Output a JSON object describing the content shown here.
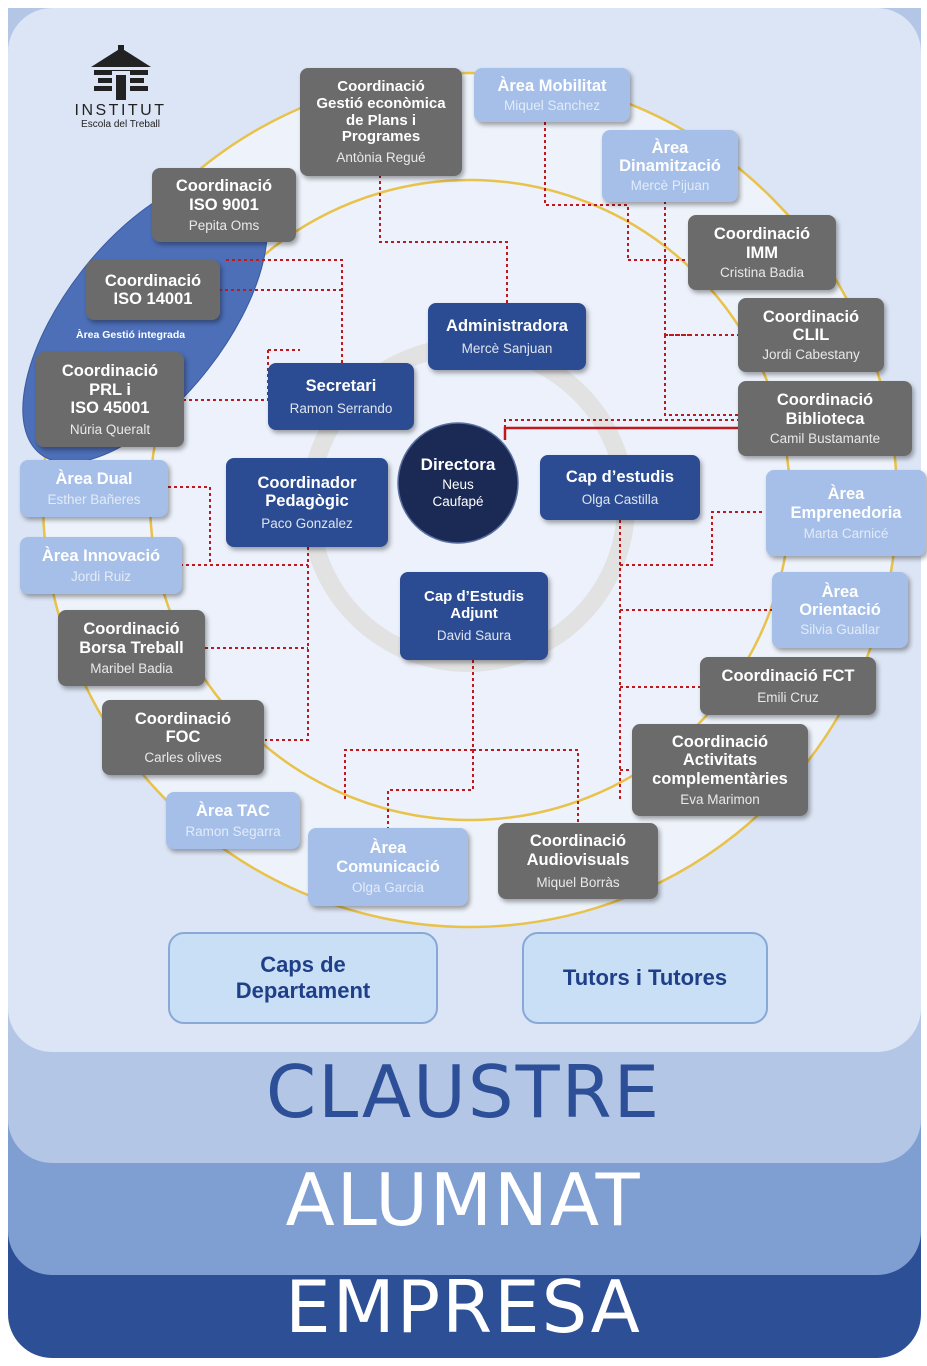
{
  "logo": {
    "name": "INSTITUT",
    "subtitle": "Escola del Treball"
  },
  "center": {
    "title": "Directora",
    "name_line1": "Neus",
    "name_line2": "Caufapé"
  },
  "leadership": [
    {
      "id": "administradora",
      "title": "Administradora",
      "name": "Mercè Sanjuan"
    },
    {
      "id": "secretari",
      "title": "Secretari",
      "name": "Ramon Serrando"
    },
    {
      "id": "cap-estudis",
      "title": "Cap d’estudis",
      "name": "Olga Castilla"
    },
    {
      "id": "coordinador-pedagogic",
      "title": "Coordinador\nPedagògic",
      "name": "Paco Gonzalez"
    },
    {
      "id": "cap-estudis-adjunt",
      "title": "Cap d’Estudis\nAdjunt",
      "name": "David Saura"
    }
  ],
  "integrated_area_label": "Àrea Gestió integrada",
  "coordinations": [
    {
      "id": "gestio-economica",
      "title": "Coordinació\nGestió econòmica\nde Plans i\nProgrames",
      "name": "Antònia Regué",
      "style": "gray"
    },
    {
      "id": "area-mobilitat",
      "title": "Àrea Mobilitat",
      "name": "Miquel Sanchez",
      "style": "light"
    },
    {
      "id": "area-dinamitzacio",
      "title": "Àrea\nDinamització",
      "name": "Mercè Pijuan",
      "style": "light"
    },
    {
      "id": "coord-imm",
      "title": "Coordinació\nIMM",
      "name": "Cristina Badia",
      "style": "gray"
    },
    {
      "id": "coord-clil",
      "title": "Coordinació\nCLIL",
      "name": "Jordi Cabestany",
      "style": "gray"
    },
    {
      "id": "coord-biblioteca",
      "title": "Coordinació\nBiblioteca",
      "name": "Camil Bustamante",
      "style": "gray"
    },
    {
      "id": "area-emprenedoria",
      "title": "Àrea\nEmprenedoria",
      "name": "Marta Carnicé",
      "style": "light"
    },
    {
      "id": "area-orientacio",
      "title": "Àrea\nOrientació",
      "name": "Silvia Guallar",
      "style": "light"
    },
    {
      "id": "coord-fct",
      "title": "Coordinació FCT",
      "name": "Emili Cruz",
      "style": "gray"
    },
    {
      "id": "coord-activitats",
      "title": "Coordinació\nActivitats\ncomplementàries",
      "name": "Eva Marimon",
      "style": "gray"
    },
    {
      "id": "coord-audiovisuals",
      "title": "Coordinació\nAudiovisuals",
      "name": "Miquel Borràs",
      "style": "gray"
    },
    {
      "id": "area-comunicacio",
      "title": "Àrea\nComunicació",
      "name": "Olga Garcia",
      "style": "light"
    },
    {
      "id": "area-tac",
      "title": "Àrea TAC",
      "name": "Ramon Segarra",
      "style": "light"
    },
    {
      "id": "coord-foc",
      "title": "Coordinació\nFOC",
      "name": "Carles olives",
      "style": "gray"
    },
    {
      "id": "coord-borsa",
      "title": "Coordinació\nBorsa Treball",
      "name": "Maribel Badia",
      "style": "gray"
    },
    {
      "id": "area-innovacio",
      "title": "Àrea Innovació",
      "name": "Jordi Ruiz",
      "style": "light"
    },
    {
      "id": "area-dual",
      "title": "Àrea Dual",
      "name": "Esther Bañeres",
      "style": "light"
    },
    {
      "id": "coord-prl",
      "title": "Coordinació\nPRL i\nISO 45001",
      "name": "Núria Queralt",
      "style": "gray"
    },
    {
      "id": "coord-iso14001",
      "title": "Coordinació\nISO 14001",
      "name": "",
      "style": "gray"
    },
    {
      "id": "coord-iso9001",
      "title": "Coordinació\nISO 9001",
      "name": "Pepita Oms",
      "style": "gray"
    }
  ],
  "groups": [
    {
      "id": "caps-departament",
      "label": "Caps de\nDepartament"
    },
    {
      "id": "tutors",
      "label": "Tutors i Tutores"
    }
  ],
  "bands": {
    "claustre": "CLAUSTRE",
    "alumnat": "ALUMNAT",
    "empresa": "EMPRESA"
  },
  "colors": {
    "band_top": "#dce5f5",
    "claustre": "#b3c6e6",
    "alumnat": "#7f9fd2",
    "empresa": "#2d4f95",
    "ring_gold": "#e8c24a",
    "connector": "#c0191d",
    "directora": "#1b2a55"
  }
}
